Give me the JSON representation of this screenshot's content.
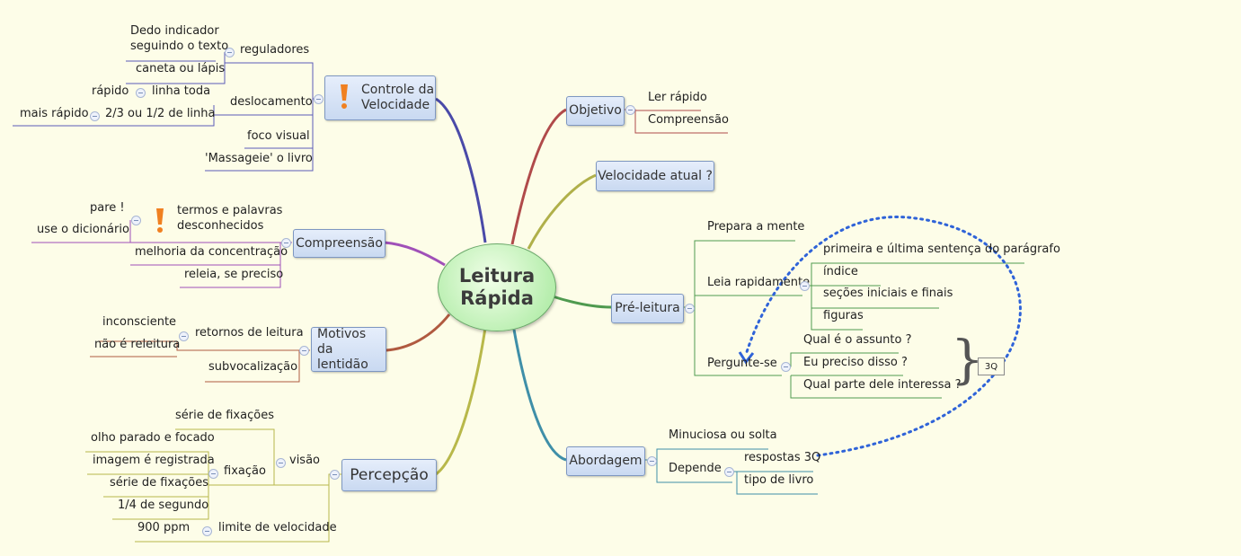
{
  "central": {
    "line1": "Leitura",
    "line2": "Rápida"
  },
  "controle": {
    "title1": "Controle da",
    "title2": "Velocidade",
    "reguladores": "reguladores",
    "dedo1": "Dedo indicador",
    "dedo2": "seguindo o texto",
    "caneta": "caneta ou lápis",
    "deslocamento": "deslocamento",
    "linha_toda": "linha toda",
    "rapido": "rápido",
    "dois_tercos": "2/3 ou 1/2 de linha",
    "mais_rapido": "mais rápido",
    "foco": "foco visual",
    "massageie": "'Massageie' o livro"
  },
  "compreensao": {
    "title": "Compreensão",
    "termos1": "termos e palavras",
    "termos2": "desconhecidos",
    "pare": "pare !",
    "dicionario": "use o dicionário",
    "melhoria": "melhoria da concentração",
    "releia": "releia, se preciso"
  },
  "motivos": {
    "title1": "Motivos da",
    "title2": "lentidão",
    "retornos": "retornos de leitura",
    "inconsciente": "inconsciente",
    "nao_releitura": "não é releitura",
    "subvocalizacao": "subvocalização"
  },
  "percepcao": {
    "title": "Percepção",
    "visao": "visão",
    "serie_top": "série de fixações",
    "fixacao": "fixação",
    "olho": "olho parado e focado",
    "imagem": "imagem é registrada",
    "serie": "série de fixações",
    "quarto": "1/4 de segundo",
    "limite": "limite de velocidade",
    "ppm": "900 ppm"
  },
  "objetivo": {
    "title": "Objetivo",
    "ler": "Ler rápido",
    "comp": "Compreensão"
  },
  "velocidade": {
    "title": "Velocidade atual ?"
  },
  "preleitura": {
    "title": "Pré-leitura",
    "prepara": "Prepara a mente",
    "leia": "Leia rapidamente",
    "primeira": "primeira e última sentença do parágrafo",
    "indice": "índice",
    "secoes": "seções iniciais e finais",
    "figuras": "figuras",
    "pergunte": "Pergunte-se",
    "q1": "Qual é o assunto ?",
    "q2": "Eu preciso disso ?",
    "q3": "Qual parte dele interessa ?",
    "tag": "3Q"
  },
  "abordagem": {
    "title": "Abordagem",
    "minuciosa": "Minuciosa ou solta",
    "depende": "Depende",
    "respostas": "respostas 3Q",
    "tipo": "tipo de livro"
  },
  "colors": {
    "controle": "#4a4aa8",
    "compreensao": "#a050b8",
    "motivos": "#b05a40",
    "percepcao": "#b8b84a",
    "objetivo": "#b04a4a",
    "velocidade": "#b0b04a",
    "preleitura": "#4f9a4f",
    "abordagem": "#3f8fa8",
    "dotted": "#2f63d8"
  }
}
